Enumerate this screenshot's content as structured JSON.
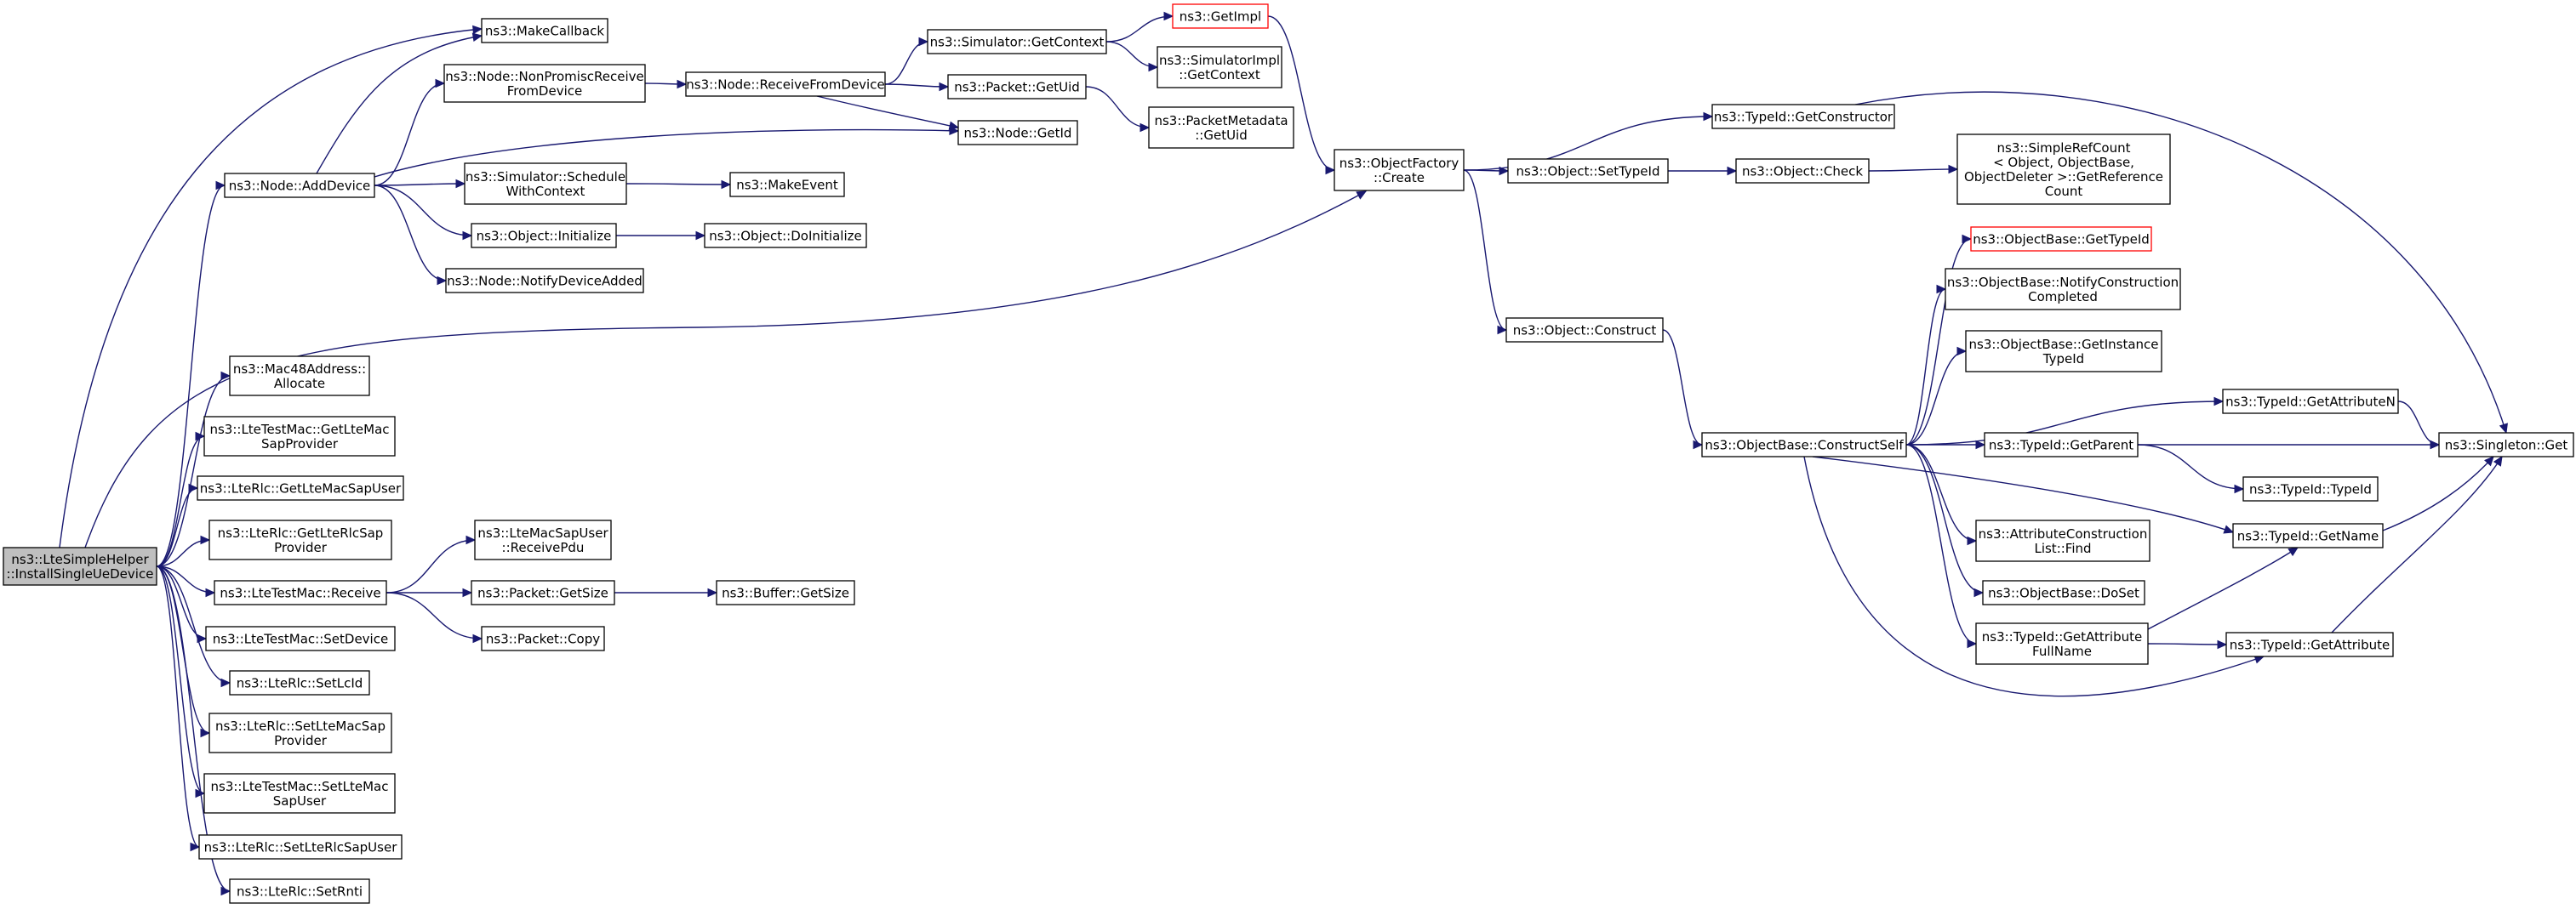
{
  "nodes": [
    {
      "id": "root",
      "lines": [
        "ns3::LteSimpleHelper",
        "::InstallSingleUeDevice"
      ],
      "style": "root"
    },
    {
      "id": "makecallback",
      "lines": [
        "ns3::MakeCallback"
      ]
    },
    {
      "id": "nonpromisc",
      "lines": [
        "ns3::Node::NonPromiscReceive",
        "FromDevice"
      ]
    },
    {
      "id": "receivefromdevice",
      "lines": [
        "ns3::Node::ReceiveFromDevice"
      ]
    },
    {
      "id": "getcontext",
      "lines": [
        "ns3::Simulator::GetContext"
      ]
    },
    {
      "id": "getimpl",
      "lines": [
        "ns3::GetImpl"
      ],
      "style": "red"
    },
    {
      "id": "simimplgetcontext",
      "lines": [
        "ns3::SimulatorImpl",
        "::GetContext"
      ]
    },
    {
      "id": "packetgetuid",
      "lines": [
        "ns3::Packet::GetUid"
      ]
    },
    {
      "id": "nodegetid",
      "lines": [
        "ns3::Node::GetId"
      ]
    },
    {
      "id": "pktmetagetuid",
      "lines": [
        "ns3::PacketMetadata",
        "::GetUid"
      ]
    },
    {
      "id": "adddevice",
      "lines": [
        "ns3::Node::AddDevice"
      ]
    },
    {
      "id": "schedulewithcontext",
      "lines": [
        "ns3::Simulator::Schedule",
        "WithContext"
      ]
    },
    {
      "id": "makeevent",
      "lines": [
        "ns3::MakeEvent"
      ]
    },
    {
      "id": "objinitialize",
      "lines": [
        "ns3::Object::Initialize"
      ]
    },
    {
      "id": "objdoinitialize",
      "lines": [
        "ns3::Object::DoInitialize"
      ]
    },
    {
      "id": "notifydeviceadded",
      "lines": [
        "ns3::Node::NotifyDeviceAdded"
      ]
    },
    {
      "id": "objfactorycreate",
      "lines": [
        "ns3::ObjectFactory",
        "::Create"
      ]
    },
    {
      "id": "typeidgetconstructor",
      "lines": [
        "ns3::TypeId::GetConstructor"
      ]
    },
    {
      "id": "objsettypeid",
      "lines": [
        "ns3::Object::SetTypeId"
      ]
    },
    {
      "id": "objcheck",
      "lines": [
        "ns3::Object::Check"
      ]
    },
    {
      "id": "simplerefcount",
      "lines": [
        "ns3::SimpleRefCount",
        "< Object, ObjectBase,",
        " ObjectDeleter >::GetReference",
        "Count"
      ]
    },
    {
      "id": "objconstruct",
      "lines": [
        "ns3::Object::Construct"
      ]
    },
    {
      "id": "constructself",
      "lines": [
        "ns3::ObjectBase::ConstructSelf"
      ]
    },
    {
      "id": "objbasegettypeid",
      "lines": [
        "ns3::ObjectBase::GetTypeId"
      ],
      "style": "red"
    },
    {
      "id": "notifyconstructioncompleted",
      "lines": [
        "ns3::ObjectBase::NotifyConstruction",
        "Completed"
      ]
    },
    {
      "id": "getinstancetypeid",
      "lines": [
        "ns3::ObjectBase::GetInstance",
        "TypeId"
      ]
    },
    {
      "id": "typeidgetattributen",
      "lines": [
        "ns3::TypeId::GetAttributeN"
      ]
    },
    {
      "id": "typeidgetparent",
      "lines": [
        "ns3::TypeId::GetParent"
      ]
    },
    {
      "id": "singletonget",
      "lines": [
        "ns3::Singleton::Get"
      ]
    },
    {
      "id": "typeidtypeid",
      "lines": [
        "ns3::TypeId::TypeId"
      ]
    },
    {
      "id": "typeidgetname",
      "lines": [
        "ns3::TypeId::GetName"
      ]
    },
    {
      "id": "attrconstructionfind",
      "lines": [
        "ns3::AttributeConstruction",
        "List::Find"
      ]
    },
    {
      "id": "objbasedoset",
      "lines": [
        "ns3::ObjectBase::DoSet"
      ]
    },
    {
      "id": "getattributefullname",
      "lines": [
        "ns3::TypeId::GetAttribute",
        "FullName"
      ]
    },
    {
      "id": "typeidgetattribute",
      "lines": [
        "ns3::TypeId::GetAttribute"
      ]
    },
    {
      "id": "mac48allocate",
      "lines": [
        "ns3::Mac48Address::",
        "Allocate"
      ]
    },
    {
      "id": "ltetestmacgetltemacsapprovider",
      "lines": [
        "ns3::LteTestMac::GetLteMac",
        "SapProvider"
      ]
    },
    {
      "id": "lterlcgetltemacsapuser",
      "lines": [
        "ns3::LteRlc::GetLteMacSapUser"
      ]
    },
    {
      "id": "lterlcgetlterlcsapprovider",
      "lines": [
        "ns3::LteRlc::GetLteRlcSap",
        "Provider"
      ]
    },
    {
      "id": "ltetestmacreceive",
      "lines": [
        "ns3::LteTestMac::Receive"
      ]
    },
    {
      "id": "ltemacsapuserreceivepdu",
      "lines": [
        "ns3::LteMacSapUser",
        "::ReceivePdu"
      ]
    },
    {
      "id": "packetgetsize",
      "lines": [
        "ns3::Packet::GetSize"
      ]
    },
    {
      "id": "buffergetsize",
      "lines": [
        "ns3::Buffer::GetSize"
      ]
    },
    {
      "id": "packetcopy",
      "lines": [
        "ns3::Packet::Copy"
      ]
    },
    {
      "id": "ltetestmacsetdevice",
      "lines": [
        "ns3::LteTestMac::SetDevice"
      ]
    },
    {
      "id": "lterlcsetlcid",
      "lines": [
        "ns3::LteRlc::SetLcId"
      ]
    },
    {
      "id": "lterlcsetltemacsapprovider",
      "lines": [
        "ns3::LteRlc::SetLteMacSap",
        "Provider"
      ]
    },
    {
      "id": "ltetestmacsetltemacsapuser",
      "lines": [
        "ns3::LteTestMac::SetLteMac",
        "SapUser"
      ]
    },
    {
      "id": "lterlcsetlterlcsapuser",
      "lines": [
        "ns3::LteRlc::SetLteRlcSapUser"
      ]
    },
    {
      "id": "lterlcsetrnti",
      "lines": [
        "ns3::LteRlc::SetRnti"
      ]
    }
  ],
  "edges": [
    [
      "root",
      "makecallback"
    ],
    [
      "root",
      "adddevice"
    ],
    [
      "root",
      "objfactorycreate"
    ],
    [
      "root",
      "mac48allocate"
    ],
    [
      "root",
      "ltetestmacgetltemacsapprovider"
    ],
    [
      "root",
      "lterlcgetltemacsapuser"
    ],
    [
      "root",
      "lterlcgetlterlcsapprovider"
    ],
    [
      "root",
      "ltetestmacreceive"
    ],
    [
      "root",
      "ltetestmacsetdevice"
    ],
    [
      "root",
      "lterlcsetlcid"
    ],
    [
      "root",
      "lterlcsetltemacsapprovider"
    ],
    [
      "root",
      "ltetestmacsetltemacsapuser"
    ],
    [
      "root",
      "lterlcsetlterlcsapuser"
    ],
    [
      "root",
      "lterlcsetrnti"
    ],
    [
      "adddevice",
      "makecallback"
    ],
    [
      "adddevice",
      "nonpromisc"
    ],
    [
      "adddevice",
      "nodegetid"
    ],
    [
      "adddevice",
      "schedulewithcontext"
    ],
    [
      "adddevice",
      "objinitialize"
    ],
    [
      "adddevice",
      "notifydeviceadded"
    ],
    [
      "nonpromisc",
      "receivefromdevice"
    ],
    [
      "receivefromdevice",
      "getcontext"
    ],
    [
      "receivefromdevice",
      "packetgetuid"
    ],
    [
      "receivefromdevice",
      "nodegetid"
    ],
    [
      "getcontext",
      "getimpl"
    ],
    [
      "getcontext",
      "simimplgetcontext"
    ],
    [
      "packetgetuid",
      "pktmetagetuid"
    ],
    [
      "schedulewithcontext",
      "makeevent"
    ],
    [
      "objinitialize",
      "objdoinitialize"
    ],
    [
      "getimpl",
      "objfactorycreate"
    ],
    [
      "objfactorycreate",
      "typeidgetconstructor"
    ],
    [
      "objfactorycreate",
      "objsettypeid"
    ],
    [
      "objfactorycreate",
      "objconstruct"
    ],
    [
      "objsettypeid",
      "objcheck"
    ],
    [
      "objcheck",
      "simplerefcount"
    ],
    [
      "objconstruct",
      "constructself"
    ],
    [
      "typeidgetconstructor",
      "singletonget"
    ],
    [
      "constructself",
      "objbasegettypeid"
    ],
    [
      "constructself",
      "notifyconstructioncompleted"
    ],
    [
      "constructself",
      "getinstancetypeid"
    ],
    [
      "constructself",
      "typeidgetattributen"
    ],
    [
      "constructself",
      "typeidgetparent"
    ],
    [
      "constructself",
      "typeidgetname"
    ],
    [
      "constructself",
      "attrconstructionfind"
    ],
    [
      "constructself",
      "objbasedoset"
    ],
    [
      "constructself",
      "getattributefullname"
    ],
    [
      "constructself",
      "typeidgetattribute"
    ],
    [
      "typeidgetattributen",
      "singletonget"
    ],
    [
      "typeidgetparent",
      "singletonget"
    ],
    [
      "typeidgetparent",
      "typeidtypeid"
    ],
    [
      "typeidgetname",
      "singletonget"
    ],
    [
      "getattributefullname",
      "typeidgetname"
    ],
    [
      "getattributefullname",
      "typeidgetattribute"
    ],
    [
      "typeidgetattribute",
      "singletonget"
    ],
    [
      "ltetestmacreceive",
      "ltemacsapuserreceivepdu"
    ],
    [
      "ltetestmacreceive",
      "packetgetsize"
    ],
    [
      "ltetestmacreceive",
      "packetcopy"
    ],
    [
      "packetgetsize",
      "buffergetsize"
    ]
  ]
}
